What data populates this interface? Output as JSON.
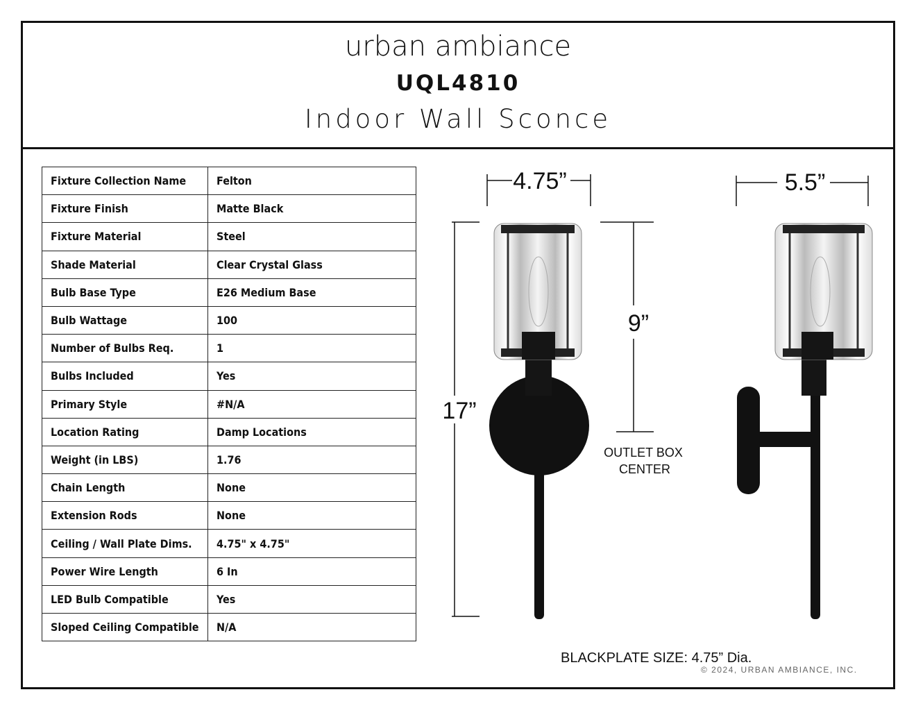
{
  "header": {
    "brand": "urban ambiance",
    "model": "UQL4810",
    "product_type": "Indoor Wall Sconce"
  },
  "specs": [
    {
      "label": "Fixture Collection Name",
      "value": "Felton"
    },
    {
      "label": "Fixture Finish",
      "value": "Matte Black"
    },
    {
      "label": "Fixture Material",
      "value": "Steel"
    },
    {
      "label": "Shade Material",
      "value": "Clear Crystal Glass"
    },
    {
      "label": "Bulb Base Type",
      "value": "E26 Medium Base"
    },
    {
      "label": "Bulb Wattage",
      "value": "100"
    },
    {
      "label": "Number of Bulbs Req.",
      "value": "1"
    },
    {
      "label": "Bulbs Included",
      "value": "Yes"
    },
    {
      "label": "Primary Style",
      "value": "#N/A"
    },
    {
      "label": "Location Rating",
      "value": "Damp Locations"
    },
    {
      "label": "Weight (in LBS)",
      "value": "1.76"
    },
    {
      "label": "Chain Length",
      "value": "None"
    },
    {
      "label": "Extension Rods",
      "value": "None"
    },
    {
      "label": "Ceiling / Wall Plate Dims.",
      "value": "4.75\" x 4.75\""
    },
    {
      "label": "Power Wire Length",
      "value": "6 In"
    },
    {
      "label": "LED Bulb Compatible",
      "value": "Yes"
    },
    {
      "label": "Sloped Ceiling Compatible",
      "value": "N/A"
    }
  ],
  "drawing": {
    "front_width": "4.75”",
    "side_width": "5.5”",
    "overall_height": "17”",
    "outlet_height": "9”",
    "outlet_label_1": "OUTLET BOX",
    "outlet_label_2": "CENTER"
  },
  "footer": {
    "backplate": "BLACKPLATE SIZE: 4.75” Dia.",
    "copyright": "© 2024, URBAN AMBIANCE, INC."
  }
}
